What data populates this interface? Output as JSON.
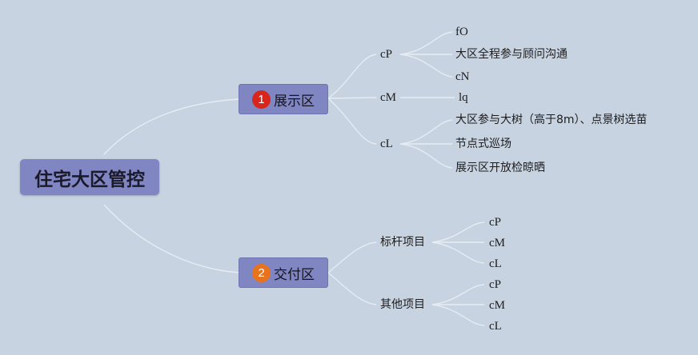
{
  "root": {
    "label": "住宅大区管控"
  },
  "branches": [
    {
      "number": "1",
      "label": "展示区",
      "children": [
        {
          "label": "cP",
          "children": [
            {
              "label": "fO"
            },
            {
              "label": "大区全程参与顾问沟通"
            },
            {
              "label": "cN"
            }
          ]
        },
        {
          "label": "cM",
          "children": [
            {
              "label": "lq"
            }
          ]
        },
        {
          "label": "cL",
          "children": [
            {
              "label": "大区参与大树（高于8m）、点景树选苗"
            },
            {
              "label": "节点式巡场"
            },
            {
              "label": "展示区开放检晾晒"
            }
          ]
        }
      ]
    },
    {
      "number": "2",
      "label": "交付区",
      "children": [
        {
          "label": "标杆项目",
          "children": [
            {
              "label": "cP"
            },
            {
              "label": "cM"
            },
            {
              "label": "cL"
            }
          ]
        },
        {
          "label": "其他项目",
          "children": [
            {
              "label": "cP"
            },
            {
              "label": "cM"
            },
            {
              "label": "cL"
            }
          ]
        }
      ]
    }
  ],
  "colors": {
    "background": "#c7d3e1",
    "node_fill": "#8086c2",
    "badge_1": "#d8261c",
    "badge_2": "#e8731c",
    "connector": "#e6ecf3"
  }
}
